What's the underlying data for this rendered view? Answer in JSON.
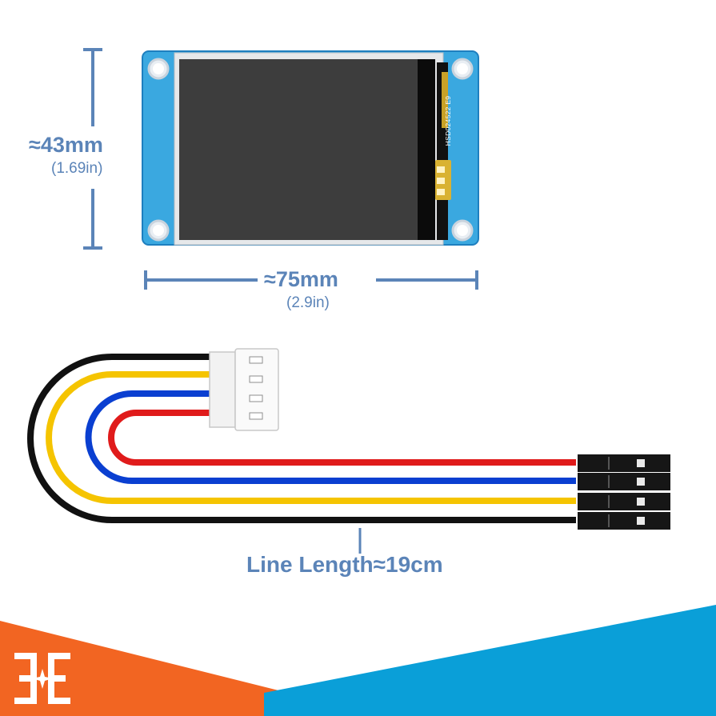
{
  "dimensions": {
    "height": {
      "label": "≈43mm",
      "sub": "(1.69in)"
    },
    "width": {
      "label": "≈75mm",
      "sub": "(2.9in)"
    }
  },
  "display": {
    "pcb_label": "HSD024522 E9",
    "board_color": "#3aa8e0",
    "screen_color": "#3d3d3d"
  },
  "cable": {
    "label": "Line Length≈19cm",
    "wire_colors": [
      "#111111",
      "#f5c400",
      "#0a3fd1",
      "#e01b1b"
    ]
  },
  "brand": {
    "logo_icon": "3e-logo-icon",
    "banner_colors": {
      "left": "#f26522",
      "right": "#0a9fd8"
    }
  },
  "colors": {
    "dimension_accent": "#5b84b8"
  }
}
